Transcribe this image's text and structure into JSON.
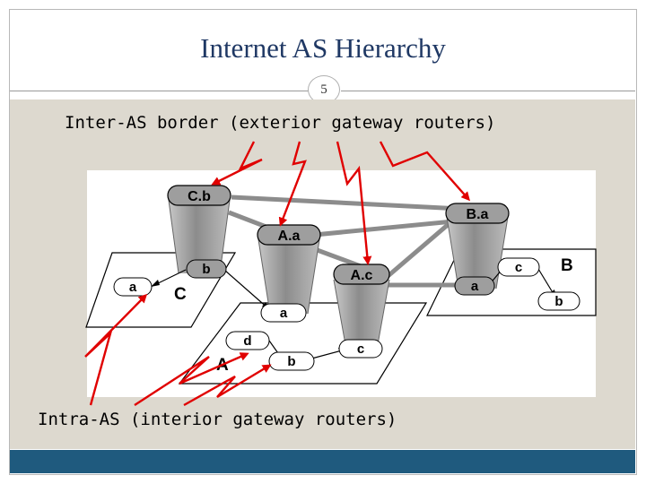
{
  "slide": {
    "title": "Internet AS Hierarchy",
    "page_number": "5",
    "caption_top": "Inter-AS border (exterior gateway routers)",
    "caption_bottom": "Intra-AS (interior gateway routers)"
  },
  "routers": {
    "Cb": "C.b",
    "Ba": "B.a",
    "Aa": "A.a",
    "Ac": "A.c"
  },
  "as_C": {
    "name": "C",
    "a": "a",
    "b": "b"
  },
  "as_A": {
    "name": "A",
    "a": "a",
    "b": "b",
    "c": "c",
    "d": "d"
  },
  "as_B": {
    "name": "B",
    "a": "a",
    "b": "b",
    "c": "c"
  },
  "colors": {
    "title": "#1f3864",
    "content_bg": "#ddd9cf",
    "footer": "#1f5a7e",
    "arrow": "#e00000",
    "router_gray": "#9e9e9e"
  }
}
